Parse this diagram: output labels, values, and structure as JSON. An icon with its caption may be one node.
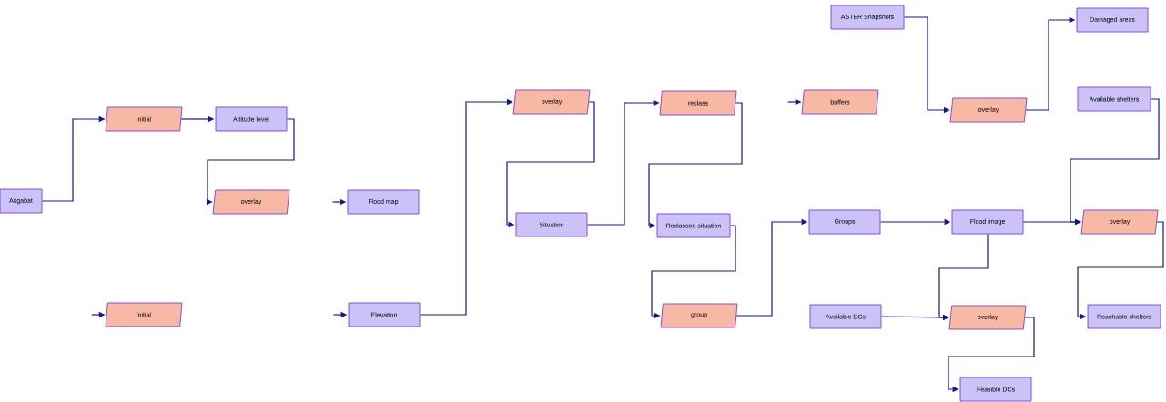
{
  "diagram": {
    "nodes": [
      {
        "text": [
          "Asgabat"
        ]
      },
      {
        "text": [
          "initial"
        ]
      },
      {
        "text": [
          "initial"
        ]
      },
      {
        "text": [
          "Altitude level"
        ]
      },
      {
        "text": [
          "overlay"
        ]
      },
      {
        "text": [
          "Flood map"
        ]
      },
      {
        "text": [
          "Elevation"
        ]
      },
      {
        "text": [
          "overlay"
        ]
      },
      {
        "text": [
          "Situation"
        ]
      },
      {
        "text": [
          "reclass"
        ]
      },
      {
        "text": [
          "Reclassed situation"
        ]
      },
      {
        "text": [
          "group"
        ]
      },
      {
        "text": [
          "ASTER Snapshots"
        ]
      },
      {
        "text": [
          "buffers"
        ]
      },
      {
        "text": [
          "Groups"
        ]
      },
      {
        "text": [
          "Available DCs"
        ]
      },
      {
        "text": [
          "overlay"
        ]
      },
      {
        "text": [
          "Flood image"
        ]
      },
      {
        "text": [
          "overlay"
        ]
      },
      {
        "text": [
          "Feasible DCs"
        ]
      },
      {
        "text": [
          "Damaged areas"
        ]
      },
      {
        "text": [
          "Available shelters"
        ]
      },
      {
        "text": [
          "overlay"
        ]
      },
      {
        "text": [
          "Reachable shelters"
        ]
      }
    ],
    "edges": [
      {
        "from": 0,
        "to": 1,
        "arrow": "to"
      },
      {
        "from": 1,
        "to": 3,
        "arrow": "to"
      },
      {
        "from": 3,
        "to": 4,
        "arrow": "to"
      },
      {
        "from": null,
        "to": 5,
        "arrow": "to"
      },
      {
        "from": null,
        "to": 2,
        "arrow": "to"
      },
      {
        "from": null,
        "to": 6,
        "arrow": "to"
      },
      {
        "from": 6,
        "to": 7,
        "arrow": "to"
      },
      {
        "from": 7,
        "to": 8,
        "arrow": "to"
      },
      {
        "from": 8,
        "to": 9,
        "arrow": "to"
      },
      {
        "from": 9,
        "to": 10,
        "arrow": "to"
      },
      {
        "from": 10,
        "to": 11,
        "arrow": "to"
      },
      {
        "from": 11,
        "to": 14,
        "arrow": "to"
      },
      {
        "from": null,
        "to": 13,
        "arrow": "to"
      },
      {
        "from": 14,
        "to": 17,
        "arrow": "to"
      },
      {
        "from": 12,
        "to": 16,
        "arrow": "to"
      },
      {
        "from": 16,
        "to": 20,
        "arrow": "to"
      },
      {
        "from": 17,
        "to": 22,
        "arrow": "to"
      },
      {
        "from": 21,
        "to": 22,
        "arrow": "to"
      },
      {
        "from": 17,
        "to": 18,
        "arrow": "to"
      },
      {
        "from": 15,
        "to": 18,
        "arrow": "to"
      },
      {
        "from": 18,
        "to": 19,
        "arrow": "to"
      },
      {
        "from": 22,
        "to": 23,
        "arrow": "to"
      }
    ]
  }
}
